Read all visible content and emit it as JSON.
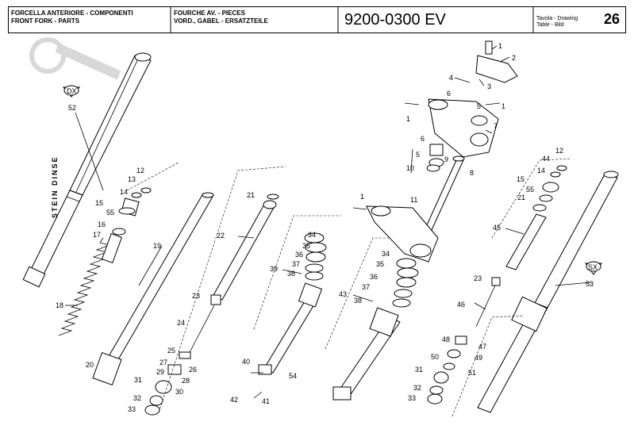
{
  "header": {
    "title_it": "FORCELLA ANTERIORE - COMPONENTI",
    "title_en": "FRONT FORK - PARTS",
    "title_fr": "FOURCHE AV. - PIECES",
    "title_de": "VORD., GABEL - ERSATZTEILE",
    "code": "9200-0300 EV",
    "tavola_label": "Tavola - Drawing",
    "table_label": "Table - Bild",
    "page_number": "26"
  },
  "watermark": {
    "text": "STEIN DINSE"
  },
  "badges": {
    "right_side": "DX",
    "left_side": "SX"
  },
  "callouts": {
    "c1a": "1",
    "c2": "2",
    "c3": "3",
    "c4": "4",
    "c6a": "6",
    "c5a": "5",
    "c1b": "1",
    "c1c": "1",
    "c7": "7",
    "c6b": "6",
    "c5b": "5",
    "c9": "9",
    "c10": "10",
    "c8": "8",
    "c11": "11",
    "c1d": "1",
    "c52": "52",
    "c12a": "12",
    "c13": "13",
    "c14a": "14",
    "c15a": "15",
    "c55a": "55",
    "c16": "16",
    "c17": "17",
    "c18": "18",
    "c19": "19",
    "c20": "20",
    "c21a": "21",
    "c22": "22",
    "c23a": "23",
    "c24": "24",
    "c25": "25",
    "c27": "27",
    "c26": "26",
    "c29": "29",
    "c28": "28",
    "c31a": "31",
    "c30": "30",
    "c32a": "32",
    "c33a": "33",
    "c34a": "34",
    "c35a": "35",
    "c36a": "36",
    "c37a": "37",
    "c39": "39",
    "c38a": "38",
    "c40": "40",
    "c54": "54",
    "c42": "42",
    "c41": "41",
    "c34b": "34",
    "c35b": "35",
    "c36b": "36",
    "c37b": "37",
    "c43": "43",
    "c38b": "38",
    "c44": "44",
    "c12b": "12",
    "c14b": "14",
    "c15b": "15",
    "c55b": "55",
    "c21b": "21",
    "c45": "45",
    "c53": "53",
    "c23b": "23",
    "c46": "46",
    "c48": "48",
    "c47": "47",
    "c50": "50",
    "c49": "49",
    "c31b": "31",
    "c51": "51",
    "c32b": "32",
    "c33b": "33"
  }
}
